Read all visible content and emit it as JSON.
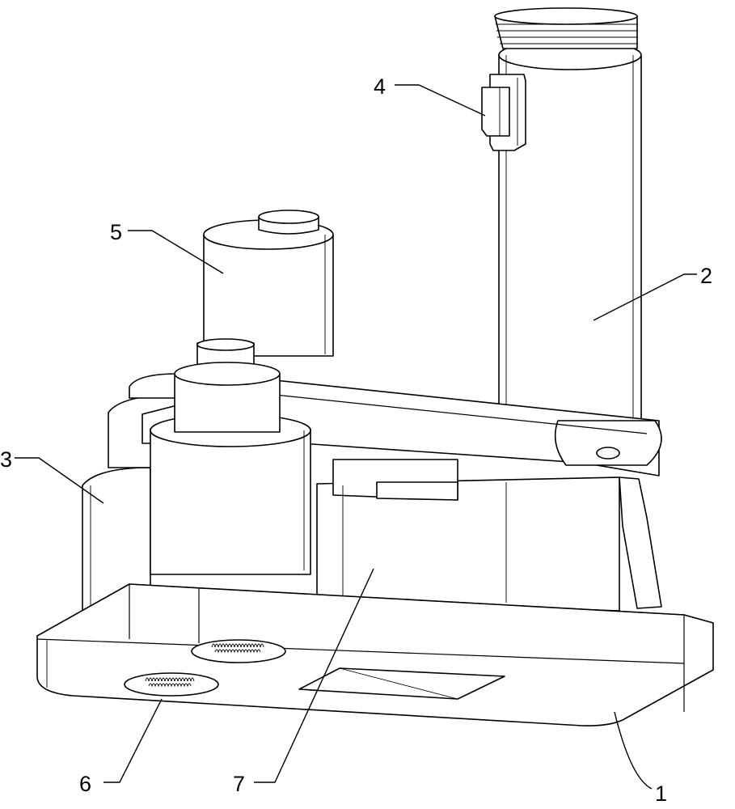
{
  "labels": {
    "base_plate": "1",
    "tall_cylinder": "2",
    "side_housing": "3",
    "clip": "4",
    "motor": "5",
    "brush": "6",
    "box": "7"
  },
  "colors": {
    "stroke": "#000000",
    "fill": "#ffffff"
  }
}
